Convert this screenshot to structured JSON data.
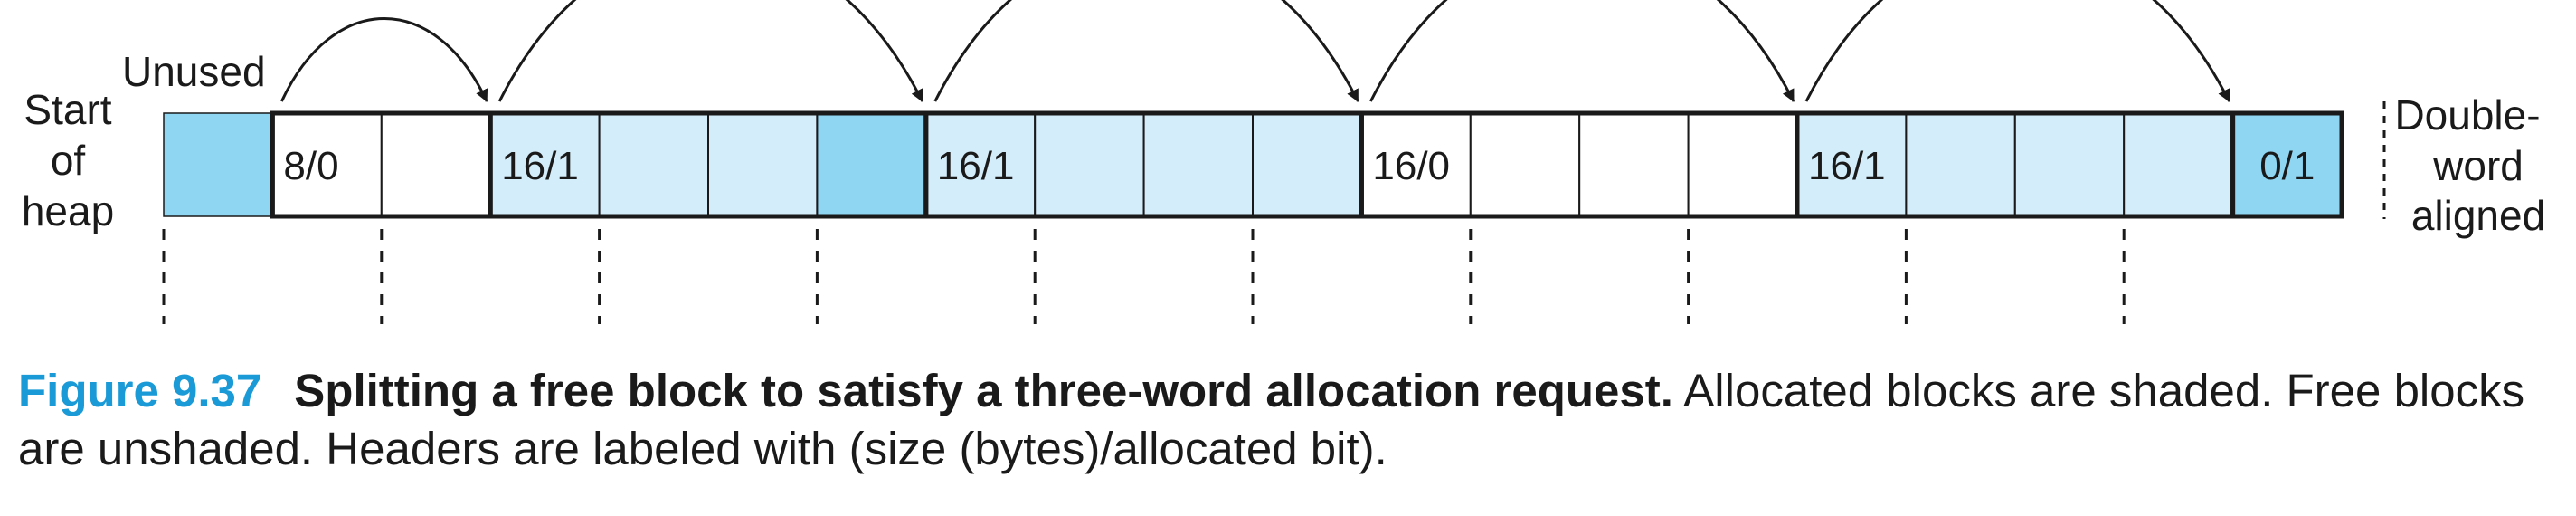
{
  "side_labels": {
    "start_heap": [
      "Start",
      "of",
      "heap"
    ],
    "unused": "Unused",
    "double_aligned": [
      "Double-",
      "word",
      "aligned"
    ]
  },
  "heap": {
    "words": [
      {
        "kind": "pad",
        "label": ""
      },
      {
        "kind": "free",
        "label": "8/0"
      },
      {
        "kind": "free",
        "label": ""
      },
      {
        "kind": "alloc",
        "label": "16/1"
      },
      {
        "kind": "alloc",
        "label": ""
      },
      {
        "kind": "alloc",
        "label": ""
      },
      {
        "kind": "alloc-dark",
        "label": ""
      },
      {
        "kind": "alloc",
        "label": "16/1"
      },
      {
        "kind": "alloc",
        "label": ""
      },
      {
        "kind": "alloc",
        "label": ""
      },
      {
        "kind": "alloc",
        "label": ""
      },
      {
        "kind": "free",
        "label": "16/0"
      },
      {
        "kind": "free",
        "label": ""
      },
      {
        "kind": "free",
        "label": ""
      },
      {
        "kind": "free",
        "label": ""
      },
      {
        "kind": "alloc",
        "label": "16/1"
      },
      {
        "kind": "alloc",
        "label": ""
      },
      {
        "kind": "alloc",
        "label": ""
      },
      {
        "kind": "alloc",
        "label": ""
      },
      {
        "kind": "epilogue",
        "label": "0/1"
      }
    ],
    "block_boundaries": [
      1,
      3,
      7,
      11,
      15,
      19,
      20
    ],
    "dashed_guides": [
      0,
      2,
      4,
      6,
      8,
      10,
      12,
      14,
      16,
      18
    ],
    "arrows": [
      [
        1,
        3
      ],
      [
        3,
        7
      ],
      [
        7,
        11
      ],
      [
        11,
        15
      ],
      [
        15,
        19
      ]
    ]
  },
  "colors": {
    "alloc": "#d4edfa",
    "alloc_dark": "#8fd6f3",
    "free": "#ffffff",
    "stroke": "#1a1a1a",
    "accent": "#1a9ad6"
  },
  "caption": {
    "number": "Figure 9.37",
    "title": "Splitting a free block to satisfy a three-word allocation request.",
    "text": " Allocated blocks are shaded. Free blocks are unshaded. Headers are labeled with (size (bytes)/allocated bit)."
  }
}
